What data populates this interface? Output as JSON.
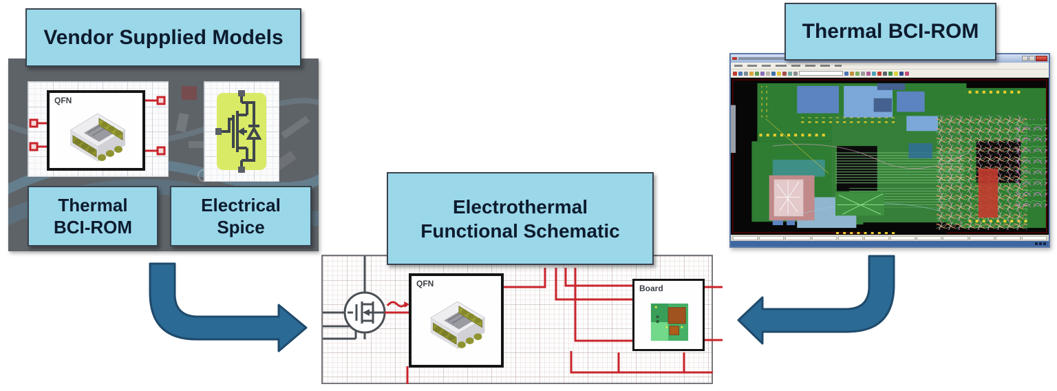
{
  "left_panel": {
    "banner": "Vendor Supplied Models",
    "qfn_box_label": "QFN",
    "thermal_label": [
      "Thermal",
      "BCI-ROM"
    ],
    "electrical_label": [
      "Electrical",
      "Spice"
    ]
  },
  "center": {
    "banner": [
      "Electrothermal",
      "Functional Schematic"
    ],
    "qfn_box_label": "QFN",
    "board_box_label": "Board"
  },
  "right_panel": {
    "banner": "Thermal BCI-ROM"
  },
  "icons": {
    "left_arrow": "curved-elbow-arrow-down-right",
    "right_arrow": "curved-elbow-arrow-down-left",
    "mosfet": "mosfet-schematic-symbol",
    "qfn_package": "qfn-3d-package",
    "board_thumbnail": "green-pcb-thumbnail",
    "spice_symbol": "mosfet-with-body-diode"
  },
  "colors": {
    "banner_fill": "#9AD7E9",
    "banner_border": "#39424C",
    "banner_text": "#0D1B2E",
    "panel_gray": "#5E6368",
    "arrow_fill": "#2B6A95",
    "arrow_outline": "#1F4A6B",
    "wire_red": "#C9242B",
    "wire_dark": "#4A4F55",
    "spice_green": "#D9EA67",
    "pcb_green": "#45B167",
    "copper_brown": "#A0521F"
  }
}
